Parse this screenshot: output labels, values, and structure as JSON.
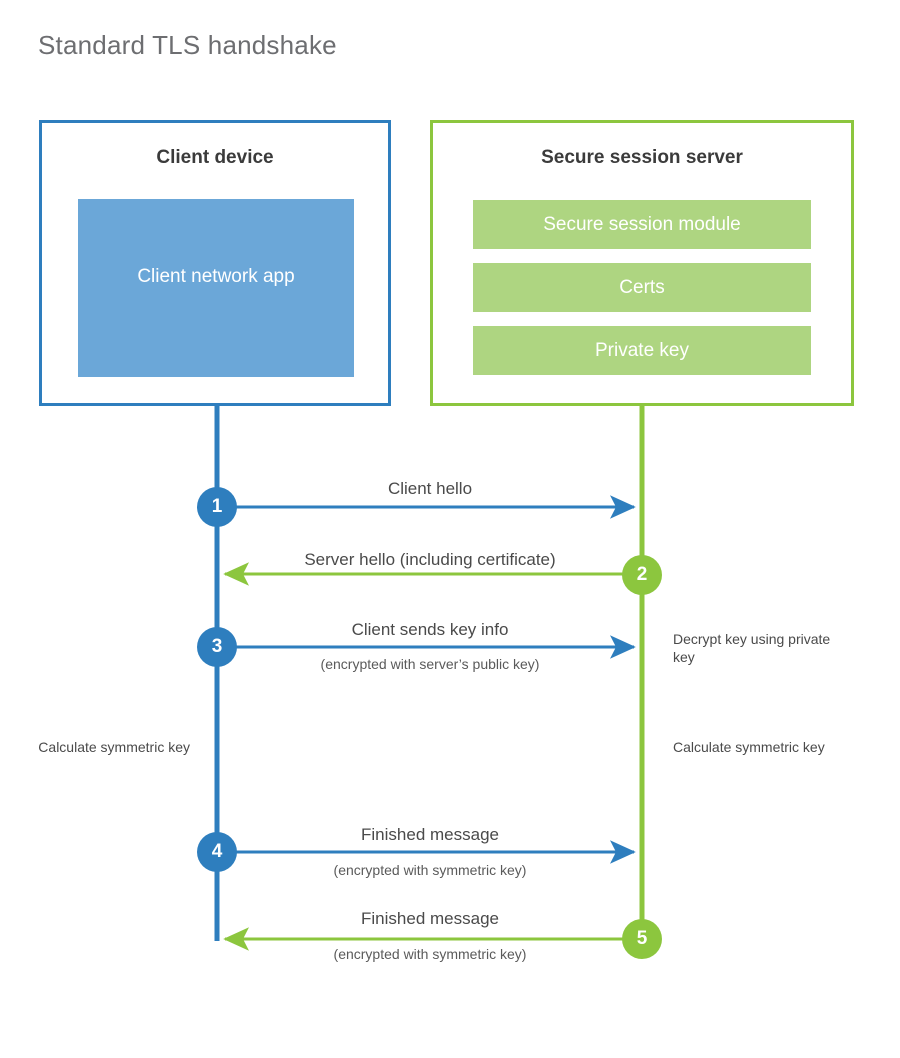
{
  "title": "Standard TLS handshake",
  "colors": {
    "client_accent": "#2E7EBE",
    "server_accent": "#8CC63E",
    "client_block_fill": "#6BA7D8",
    "server_block_fill": "#AED581",
    "title_text": "#6d6e71",
    "body_text": "#4a4a4a"
  },
  "parties": {
    "client": {
      "title": "Client device",
      "blocks": [
        {
          "label": "Client network app"
        }
      ]
    },
    "server": {
      "title": "Secure session server",
      "blocks": [
        {
          "label": "Secure session module"
        },
        {
          "label": "Certs"
        },
        {
          "label": "Private key"
        }
      ]
    }
  },
  "steps": [
    {
      "number": "1",
      "origin": "client",
      "direction": "client-to-server",
      "label": "Client hello",
      "sublabel": ""
    },
    {
      "number": "2",
      "origin": "server",
      "direction": "server-to-client",
      "label": "Server hello (including certificate)",
      "sublabel": ""
    },
    {
      "number": "3",
      "origin": "client",
      "direction": "client-to-server",
      "label": "Client sends key info",
      "sublabel": "(encrypted with server’s public key)"
    },
    {
      "number": "4",
      "origin": "client",
      "direction": "client-to-server",
      "label": "Finished message",
      "sublabel": "(encrypted with symmetric key)"
    },
    {
      "number": "5",
      "origin": "server",
      "direction": "server-to-client",
      "label": "Finished message",
      "sublabel": "(encrypted with symmetric key)"
    }
  ],
  "annotations": {
    "decrypt_key": "Decrypt key using private key",
    "calculate_symmetric_key_client": "Calculate symmetric key",
    "calculate_symmetric_key_server": "Calculate symmetric key"
  }
}
